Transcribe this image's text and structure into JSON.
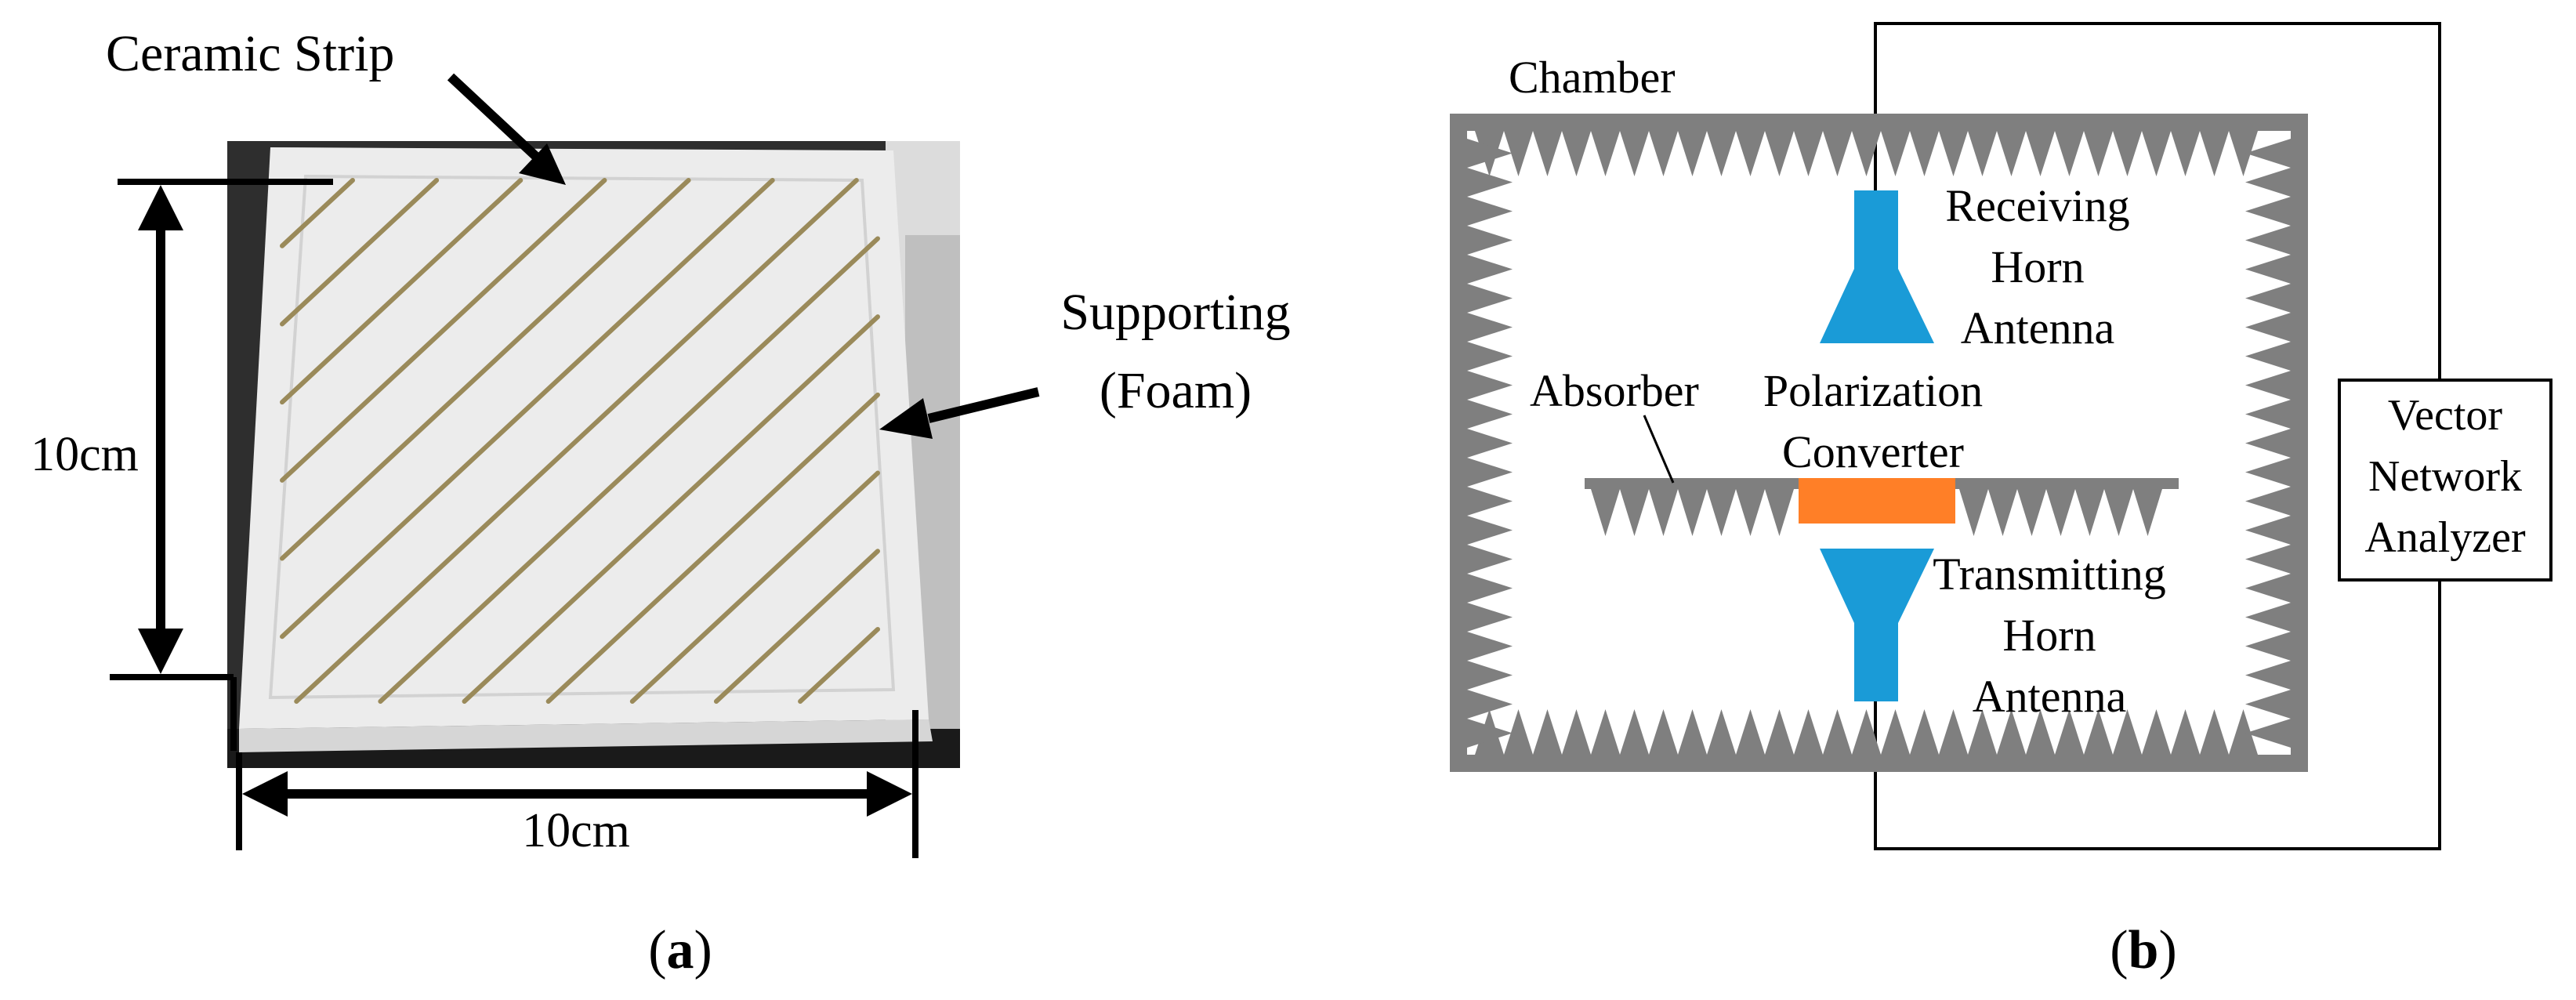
{
  "panel_a": {
    "ceramic_strip_label": "Ceramic Strip",
    "supporting_line1": "Supporting",
    "supporting_line2": "(Foam)",
    "height_label": "10cm",
    "width_label": "10cm",
    "caption_open": "(",
    "caption_letter": "a",
    "caption_close": ")"
  },
  "panel_b": {
    "chamber_label": "Chamber",
    "receiving_line1": "Receiving",
    "receiving_line2": "Horn",
    "receiving_line3": "Antenna",
    "absorber_label": "Absorber",
    "polarization_line1": "Polarization",
    "polarization_line2": "Converter",
    "transmitting_line1": "Transmitting",
    "transmitting_line2": "Horn",
    "transmitting_line3": "Antenna",
    "vna_line1": "Vector",
    "vna_line2": "Network",
    "vna_line3": "Analyzer",
    "caption_open": "(",
    "caption_letter": "b",
    "caption_close": ")"
  },
  "colors": {
    "absorber_gray": "#7f7f7f",
    "horn_blue": "#1a9bd7",
    "converter_orange": "#ff7f27",
    "foam_white": "#ededed",
    "strip_brown": "#9a8a5a"
  }
}
